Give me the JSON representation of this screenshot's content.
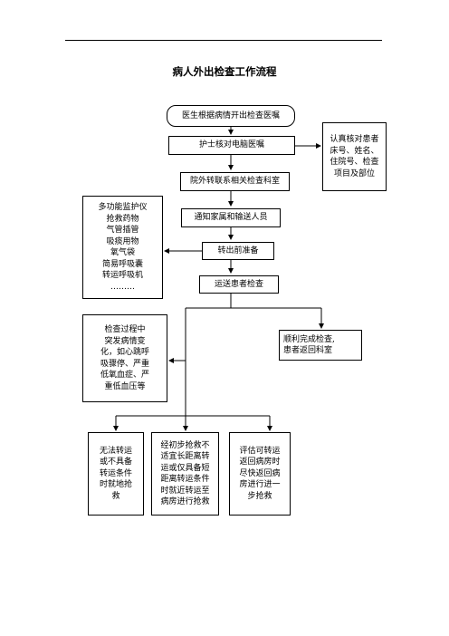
{
  "title": "病人外出检查工作流程",
  "steps": {
    "s1": "医生根据病情开出检查医嘱",
    "s2": "护士核对电脑医嘱",
    "s3": "院外转联系相关检查科室",
    "s4": "通知家属和输送人员",
    "s5": "转出前准备",
    "s6": "运送患者检查"
  },
  "notes": {
    "verify": "认真核对患者\n床号、姓名、\n住院号、检查\n项目及部位",
    "equipment": "多功能监护仪\n抢救药物\n气管插管\n吸痰用物\n氧气袋\n简易呼吸囊\n转运呼吸机\n………",
    "change": "检查过程中\n突发病情变\n化，如心跳呼\n吸骤停、严重\n低氧血症、严\n重低血压等",
    "done": "顺利完成检查,\n患者返回科室"
  },
  "outcomes": {
    "o1": "无法转运\n或不具备\n转运条件\n时就地抢\n救",
    "o2": "经初步抢救不\n适宜长距离转\n运或仅具备短\n距离转运条件\n时就近转运至\n病房进行抢救",
    "o3": "评估可转运\n返回病房时\n尽快返回病\n房进行进一\n步抢救"
  }
}
